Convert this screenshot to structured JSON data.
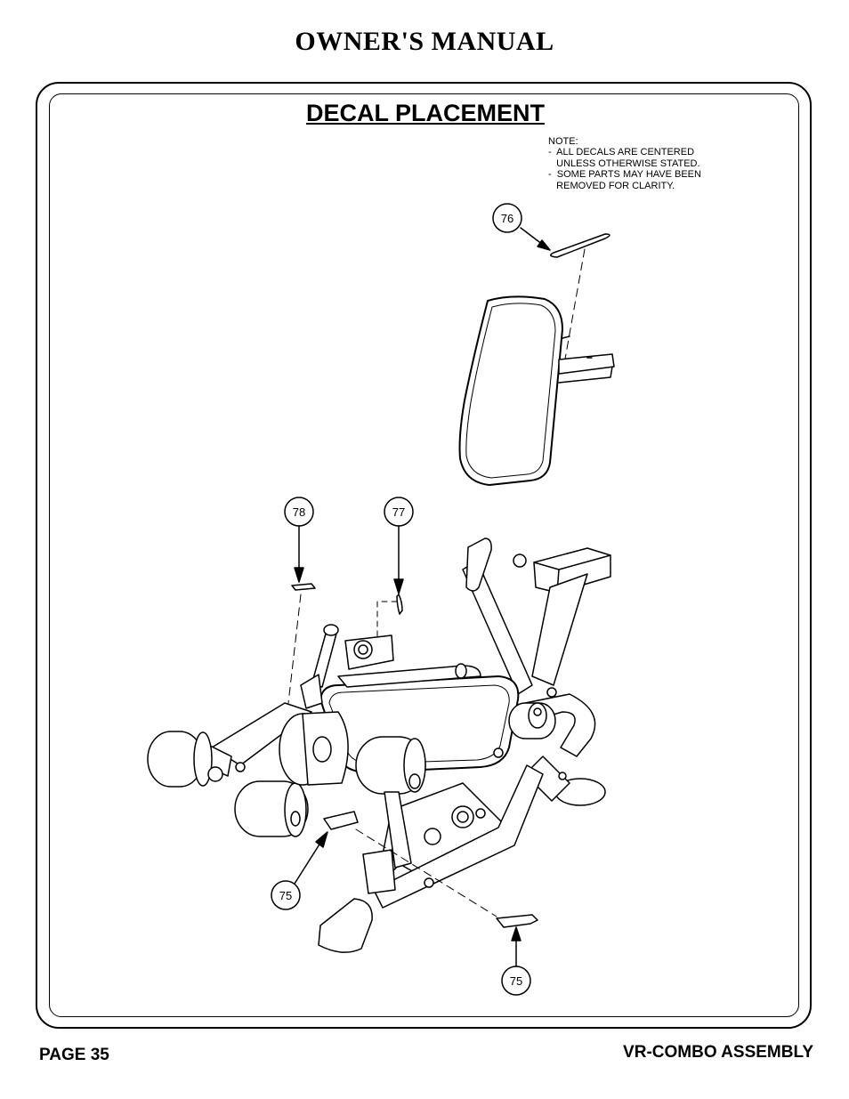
{
  "header": {
    "title": "OWNER'S MANUAL"
  },
  "section": {
    "title": "DECAL PLACEMENT"
  },
  "note": {
    "lines": [
      "NOTE:",
      "-  ALL DECALS ARE CENTERED",
      "   UNLESS OTHERWISE STATED.",
      "-  SOME PARTS MAY HAVE BEEN",
      "   REMOVED FOR CLARITY."
    ]
  },
  "callouts": {
    "c76": "76",
    "c78": "78",
    "c77": "77",
    "c75_left": "75",
    "c75_bottom": "75"
  },
  "footer": {
    "page": "PAGE 35",
    "assembly": "VR-COMBO ASSEMBLY"
  }
}
